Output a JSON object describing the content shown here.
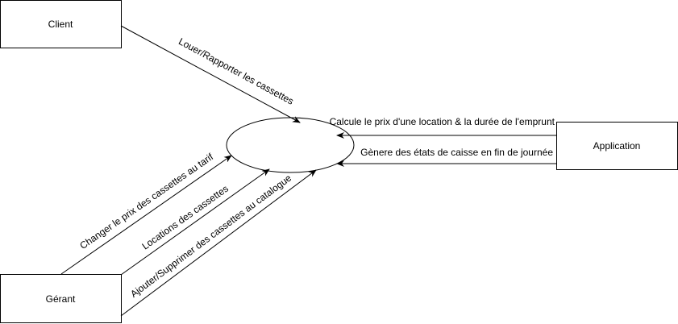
{
  "diagram": {
    "process": {
      "label": ""
    },
    "entities": [
      {
        "id": "client",
        "label": "Client"
      },
      {
        "id": "application",
        "label": "Application"
      },
      {
        "id": "gerant",
        "label": "Gérant"
      }
    ],
    "flows": [
      {
        "id": "flow-louer",
        "label": "Louer/Rapporter les cassettes"
      },
      {
        "id": "flow-calcule",
        "label": "Calcule le prix d'une location & la durée de l'emprunt"
      },
      {
        "id": "flow-genere",
        "label": "Gènere des états de caisse en fin de journée"
      },
      {
        "id": "flow-changer",
        "label": "Changer le prix des cassettes au tarif"
      },
      {
        "id": "flow-locations",
        "label": "Locations des cassettes"
      },
      {
        "id": "flow-ajouter",
        "label": "Ajouter/Supprimer des cassettes au catalogue"
      }
    ]
  }
}
